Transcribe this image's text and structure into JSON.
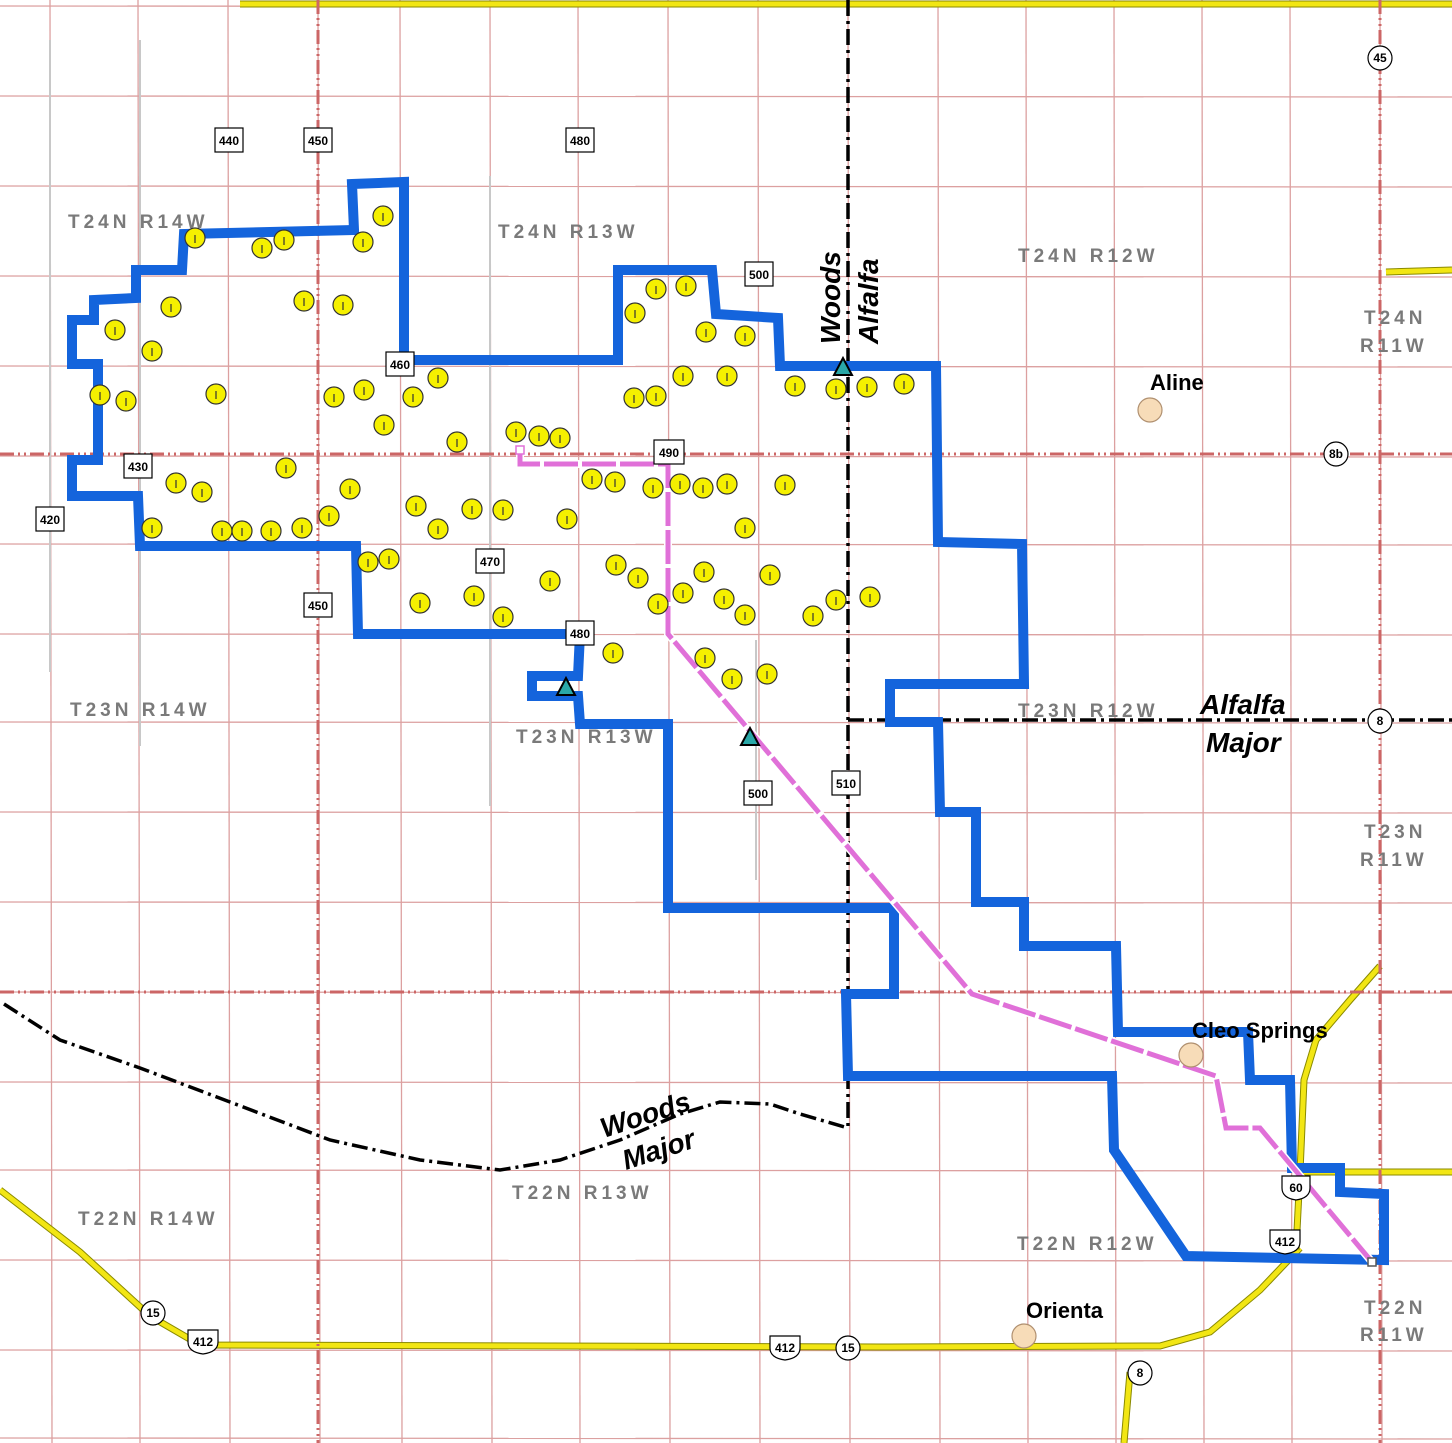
{
  "map": {
    "township_labels": [
      "T24N  R14W",
      "T24N  R13W",
      "T24N  R12W",
      "T24N",
      "R11W",
      "T23N  R14W",
      "T23N  R13W",
      "T23N  R12W",
      "T23N",
      "R11W",
      "T22N  R14W",
      "T22N  R13W",
      "T22N  R12W",
      "T22N",
      "R11W"
    ],
    "towns": [
      "Aline",
      "Cleo Springs",
      "Orienta"
    ],
    "county_labels": [
      "Woods",
      "Alfalfa",
      "Alfalfa",
      "Major",
      "Woods",
      "Major"
    ],
    "county_road_labels": [
      "440",
      "450",
      "480",
      "500",
      "460",
      "490",
      "430",
      "420",
      "470",
      "450",
      "480",
      "500",
      "510"
    ],
    "state_highway_labels": [
      "45",
      "8b",
      "8",
      "15",
      "15",
      "8"
    ],
    "us_highway_labels": [
      "412",
      "412",
      "60",
      "412"
    ],
    "colors": {
      "unit_boundary": "#1464dc",
      "section_grid": "#dca0a0",
      "township_line": "#cc6666",
      "county_line": "#000000",
      "highway": "#f2e614",
      "pipeline": "#e070d8",
      "well": "#f5f000",
      "town_marker": "#f7dcb8",
      "facility": "#2aa8a8"
    }
  }
}
